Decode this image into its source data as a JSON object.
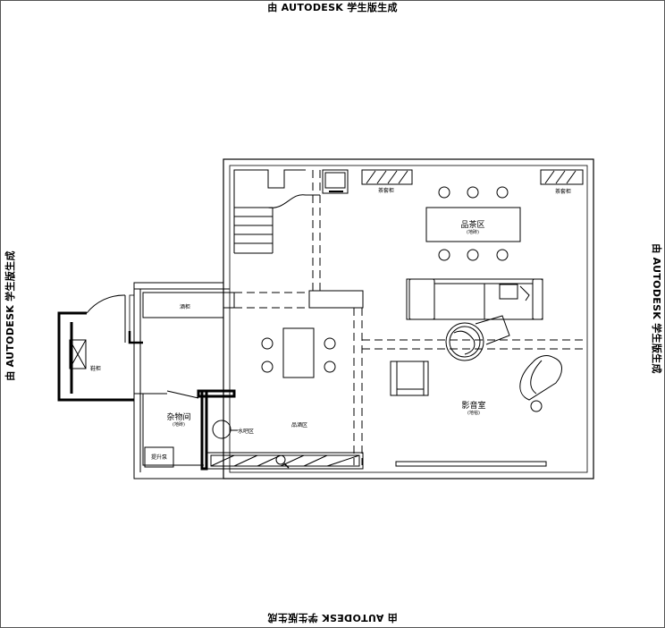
{
  "watermark": "由 AUTODESK 学生版生成",
  "rooms": {
    "tea_area": "品茶区",
    "tea_area_note": "(地砖)",
    "wine_area": "品酒区",
    "cinema": "影音室",
    "cinema_note": "(地毯)",
    "storage": "杂物间",
    "storage_note": "(地砖)",
    "water_bar": "水吧区",
    "lift": "提升泵"
  },
  "labels": {
    "tea_cabinet_left": "茶套柜",
    "tea_cabinet_right": "茶套柜",
    "wine_cabinet": "酒柜",
    "shoe_cabinet": "鞋柜"
  }
}
